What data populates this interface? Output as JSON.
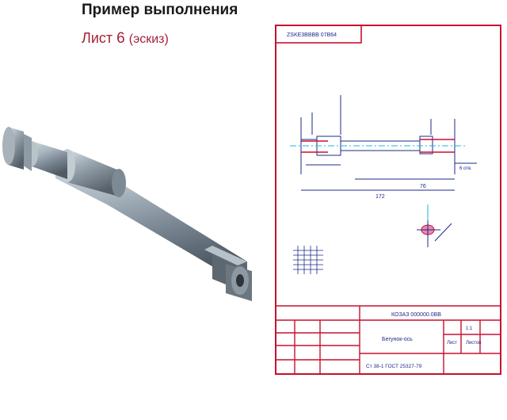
{
  "header": {
    "title": "Пример выполнения",
    "subtitle_word": "Лист",
    "subtitle_number": "6",
    "subtitle_note": "(эскиз)"
  },
  "colors": {
    "frame_red": "#c8102e",
    "drawing_blue": "#1d2a8a",
    "center_cyan": "#22b5d8",
    "subtitle_crimson": "#a3223a",
    "shaft_steel": "#8a98a4"
  },
  "drawing_sheet": {
    "stamp_top_left": "ZSKE3BBBB 07B64",
    "block_title": "КОЗАЗ 000000.0ВВ",
    "part_name": "Бегунок-ось",
    "material": "Ст 38-1 ГОСТ 25327-79",
    "dim_overall": "172",
    "dim_mid": "76",
    "dim_hole": "6 отв.",
    "scale": "1:1",
    "sheet_label": "Лист",
    "sheets_label": "Листов"
  },
  "icons": {
    "model": "shaft-3d-model",
    "section_symbol": "section-view-icon",
    "hatching": "grid-hatching-icon"
  }
}
